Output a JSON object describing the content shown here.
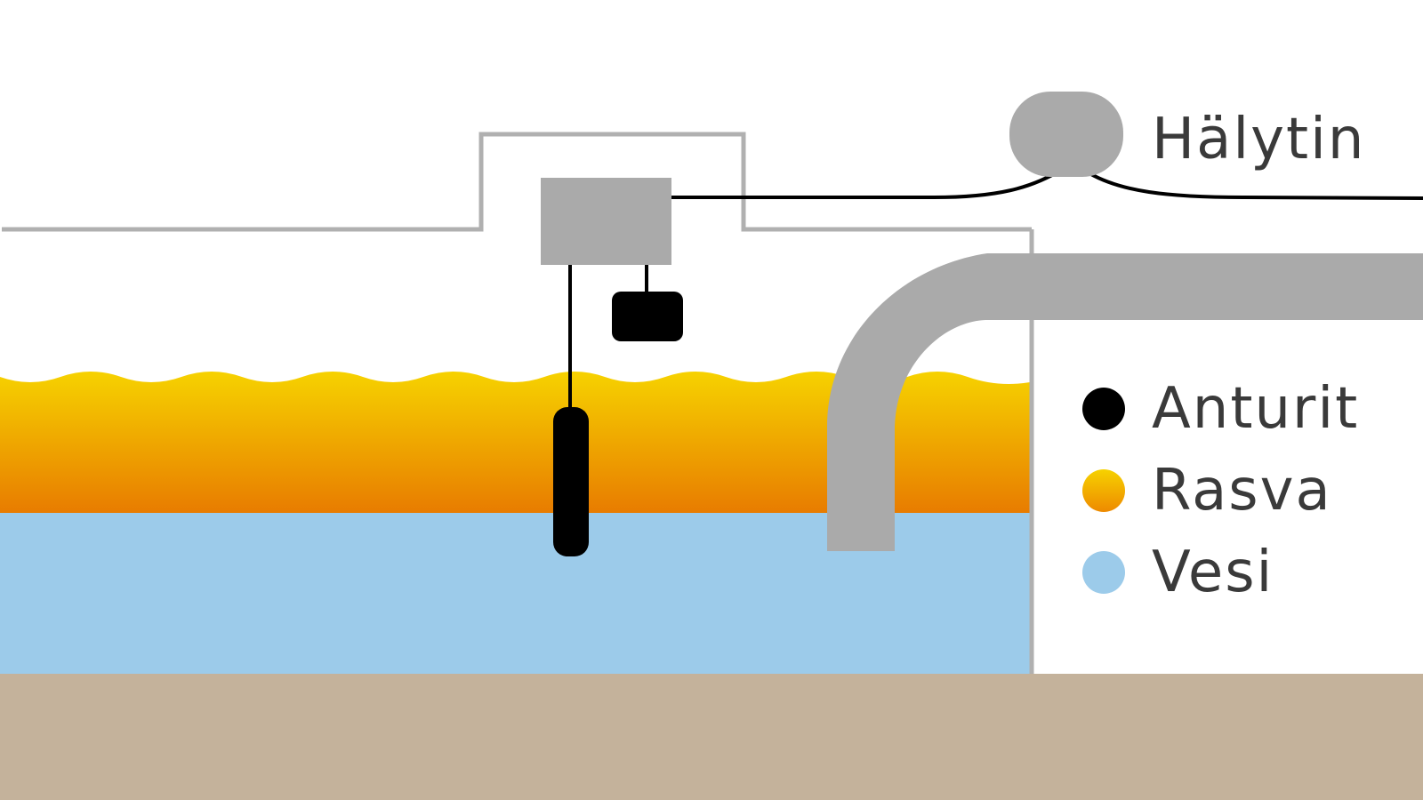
{
  "alarm": {
    "label": "Hälytin"
  },
  "legend": {
    "items": [
      {
        "label": "Anturit",
        "color": "#000000"
      },
      {
        "label": "Rasva",
        "color": "#f2a900"
      },
      {
        "label": "Vesi",
        "color": "#9ccbea"
      }
    ]
  },
  "colors": {
    "grease_top": "#f6d200",
    "grease_bottom": "#e87c00",
    "water": "#9ccbea",
    "ground": "#c4b29b",
    "device_gray": "#aaaaaa",
    "outline_gray": "#b0b0b0",
    "sensor": "#000000"
  }
}
